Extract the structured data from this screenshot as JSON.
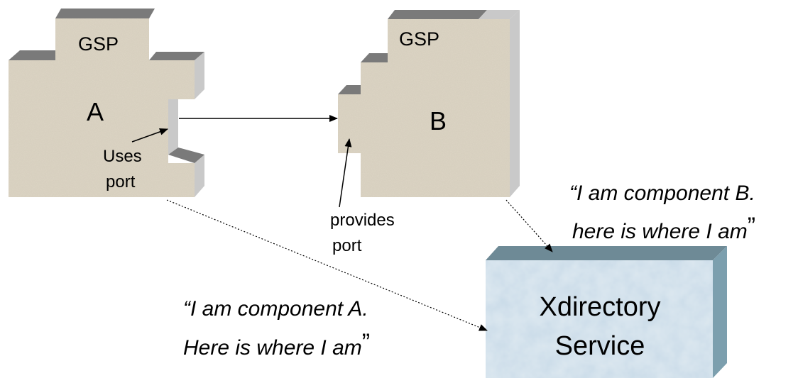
{
  "component_a": {
    "gsp_label": "GSP",
    "name": "A",
    "uses_port_line1": "Uses",
    "uses_port_line2": "port"
  },
  "component_b": {
    "gsp_label": "GSP",
    "name": "B",
    "provides_port_line1": "provides",
    "provides_port_line2": "port"
  },
  "service": {
    "line1": "Xdirectory",
    "line2": "Service"
  },
  "quote_a": {
    "line1": "“I am component A.",
    "line2": "Here is where I am",
    "close": "”"
  },
  "quote_b": {
    "line1": "“I am component B.",
    "line2": "here is where I am",
    "close": "”"
  },
  "colors": {
    "component_face": "#ddd5c5",
    "component_top": "#7a7a7a",
    "component_side": "#c9c9c9",
    "service_face": "#c9dbe8",
    "service_top": "#6e8a96",
    "service_side": "#7c9fae"
  }
}
